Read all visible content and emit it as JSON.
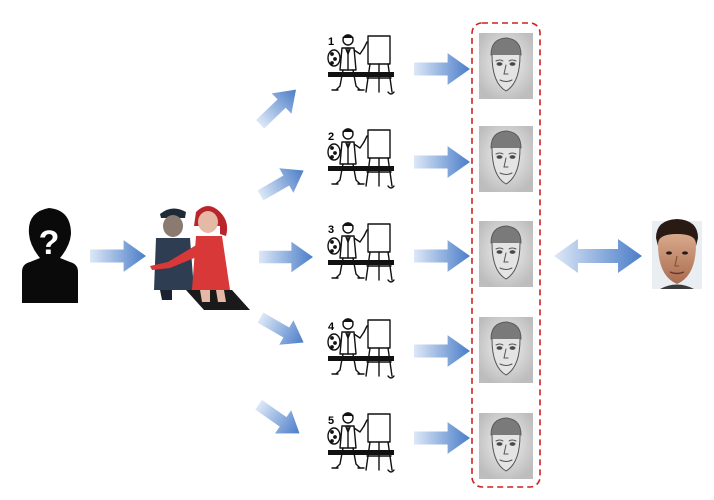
{
  "diagram": {
    "unknown_person": {
      "symbol": "?",
      "icon": "unknown-silhouette-icon"
    },
    "witnesses": {
      "icon": "witness-police-and-girl-icon"
    },
    "artists": [
      {
        "number": "1"
      },
      {
        "number": "2"
      },
      {
        "number": "3"
      },
      {
        "number": "4"
      },
      {
        "number": "5"
      }
    ],
    "sketches": {
      "count": 5,
      "icon": "composite-sketch-face-icon"
    },
    "target_photo": {
      "icon": "real-face-photo-icon"
    },
    "colors": {
      "arrow_light": "#dde8f7",
      "arrow_dark": "#4a7dc8",
      "dashed_box": "#cc2222",
      "silhouette": "#0a0a0a",
      "witness_girl": "#d93838",
      "police": "#2e3d52"
    }
  }
}
